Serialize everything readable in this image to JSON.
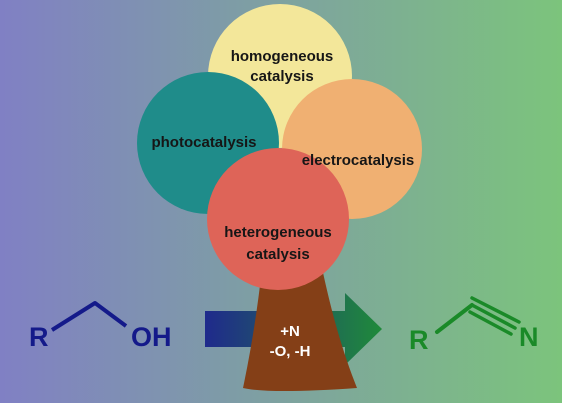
{
  "colors": {
    "bg_left": "#8080c4",
    "bg_right": "#7cc47c",
    "homogeneous": "#f3e79a",
    "photo": "#1f8c8a",
    "electro": "#f0b072",
    "heterogeneous": "#de6458",
    "trunk": "#843f17",
    "arrow_start": "#1f2a8c",
    "arrow_end": "#1f8a3a",
    "reactant": "#141a8a",
    "product": "#1a8a28"
  },
  "circles": {
    "homogeneous": {
      "line1": "homogeneous",
      "line2": "catalysis"
    },
    "photo": {
      "line1": "photocatalysis"
    },
    "electro": {
      "line1": "electrocatalysis"
    },
    "heterogeneous": {
      "line1": "heterogeneous",
      "line2": "catalysis"
    }
  },
  "trunk": {
    "line1": "+N",
    "line2": "-O, -H"
  },
  "reactant": {
    "r_label": "R",
    "group": "OH"
  },
  "product": {
    "r_label": "R",
    "group": "N"
  }
}
